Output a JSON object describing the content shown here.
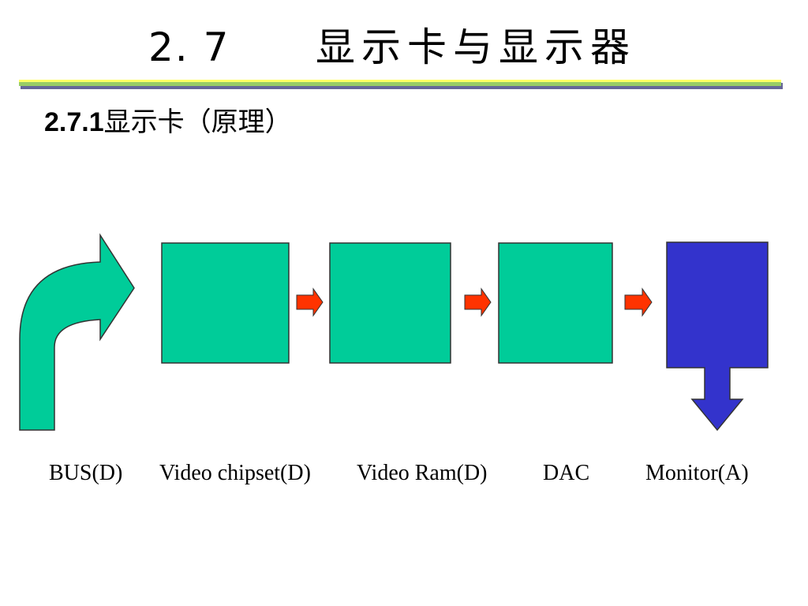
{
  "slide": {
    "title_number": "2. 7",
    "title_text": "显示卡与显示器",
    "subtitle_number": "2.7.1",
    "subtitle_text": "显示卡（原理）"
  },
  "diagram": {
    "labels": {
      "bus": "BUS(D)",
      "chipset": "Video chipset(D)",
      "ram": "Video Ram(D)",
      "dac": "DAC",
      "monitor": "Monitor(A)"
    },
    "colors": {
      "component_fill": "#00CC99",
      "monitor_fill": "#3333CC",
      "connector_fill": "#FF3300",
      "outline": "#333333",
      "rule_top": "#FFFF66",
      "rule_mid": "#99CC66",
      "rule_bottom": "#666699"
    }
  }
}
